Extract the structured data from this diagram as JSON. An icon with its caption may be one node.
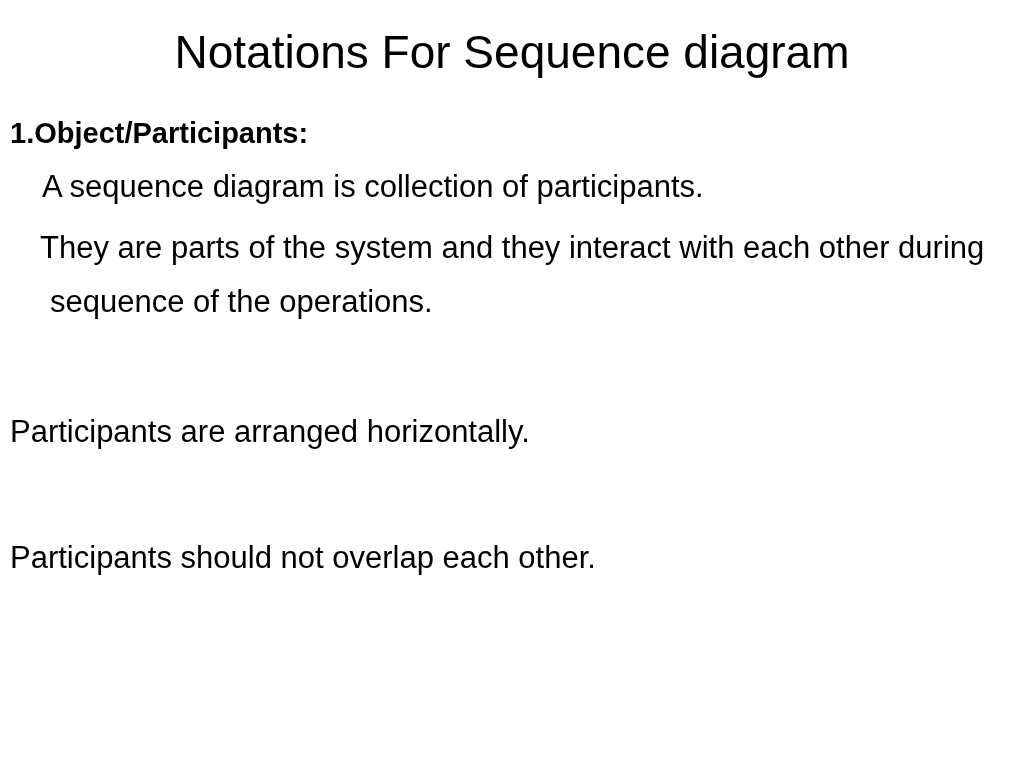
{
  "diagram": {
    "title": "Notations For Sequence diagram",
    "labels": [
      "1.Object/Participants:",
      "A sequence diagram is collection of participants.",
      "They are parts of the system and they interact with each other during sequence of the operations.",
      "Participants are arranged horizontally.",
      "Participants should not overlap each other."
    ]
  }
}
